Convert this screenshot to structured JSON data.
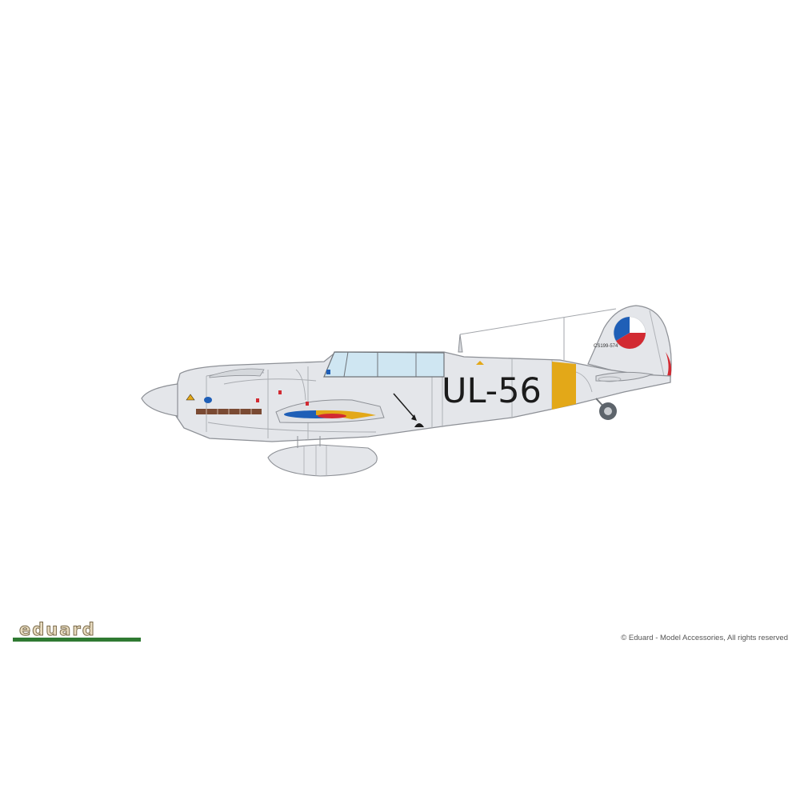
{
  "aircraft": {
    "code_marking": "UL-56",
    "serial_marking": "CS199-574",
    "insignia": "czechoslovak-roundel",
    "colors": {
      "fuselage": "#e4e6ea",
      "outline": "#8d9096",
      "band_yellow": "#e3a818",
      "code_black": "#1b1b1b",
      "canopy_glass": "#cfe6f2",
      "insignia_blue": "#1f5fb7",
      "insignia_red": "#d22a32",
      "insignia_white": "#ffffff",
      "gun_brown": "#7a4a33",
      "tire": "#5d646b"
    }
  },
  "branding": {
    "logo_text": "eduard",
    "logo_bar_color": "#2f7a32",
    "copyright": "© Eduard - Model Accessories, All rights reserved"
  }
}
